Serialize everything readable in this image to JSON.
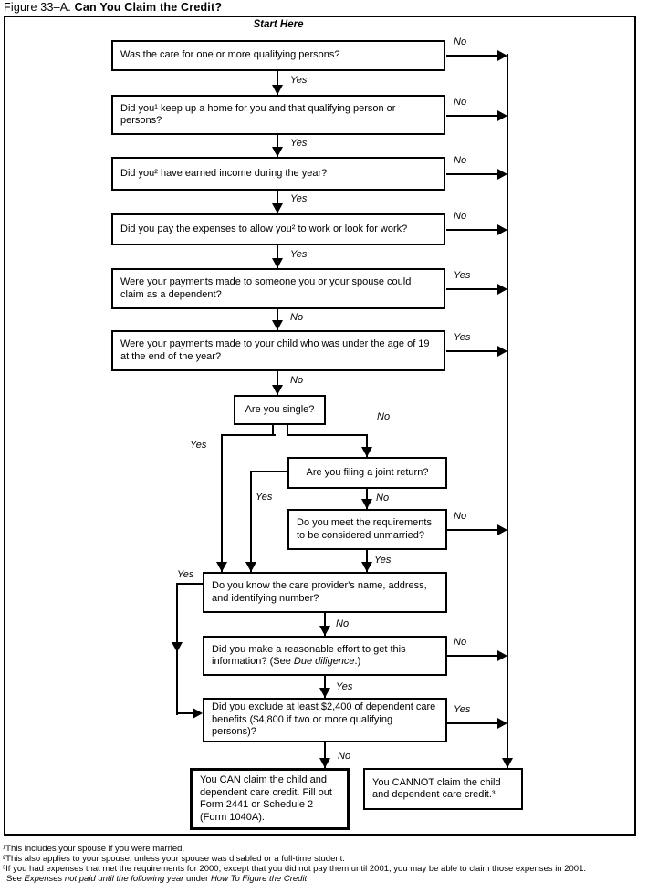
{
  "title": {
    "prefix": "Figure 33–A.",
    "main": "Can You Claim the Credit?"
  },
  "start_label": "Start Here",
  "labels": {
    "yes": "Yes",
    "no": "No"
  },
  "boxes": {
    "q1": {
      "text": "Was the care for one or more qualifying persons?"
    },
    "q2": {
      "text": "Did you¹ keep up a home for you and that qualifying person or persons?"
    },
    "q3": {
      "text": "Did you² have earned income during the year?"
    },
    "q4": {
      "text": "Did you pay the expenses to allow you² to work or look for work?"
    },
    "q5": {
      "text": "Were your payments made to someone you or your spouse could claim as a dependent?"
    },
    "q6": {
      "text": "Were your payments made to your child who was under the age of 19 at the end of the year?"
    },
    "q7": {
      "text": "Are you single?"
    },
    "q8": {
      "text": "Are you filing a joint return?"
    },
    "q9": {
      "text": "Do you meet the requirements to be considered unmarried?"
    },
    "q10": {
      "text": "Do you know the care provider's name, address, and identifying number?"
    },
    "q11": {
      "pre": "Did you make a reasonable effort to get this information? (See ",
      "italic": "Due diligence",
      "post": ".)"
    },
    "q12": {
      "text": "Did you exclude at least $2,400 of dependent care benefits ($4,800 if two or more qualifying persons)?"
    },
    "result_can": {
      "text": "You CAN claim the child and dependent care credit. Fill out Form 2441 or Schedule 2 (Form 1040A)."
    },
    "result_cannot": {
      "text": "You CANNOT claim the child and dependent care credit.³"
    }
  },
  "footnotes": {
    "f1": "¹This includes your spouse if you were married.",
    "f2": "²This also applies to your spouse, unless your spouse was disabled or a full-time student.",
    "f3": "³If you had expenses that met the requirements for 2000, except that you did not pay them until 2001, you may be able to claim those expenses in 2001.",
    "f4": {
      "pre": "See ",
      "italic1": "Expenses not paid until the following year",
      "mid": " under ",
      "italic2": "How To Figure the Credit",
      "post": "."
    }
  },
  "colors": {
    "ink": "#000000",
    "paper": "#ffffff"
  }
}
